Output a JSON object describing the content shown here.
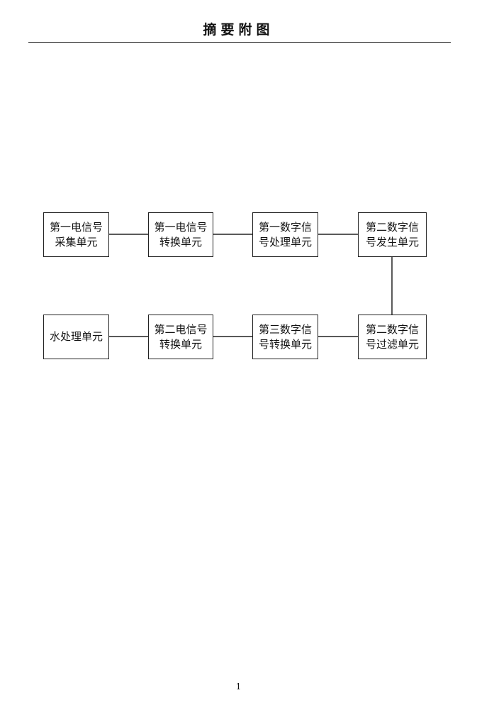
{
  "header": {
    "title": "摘要附图"
  },
  "diagram": {
    "row1": [
      {
        "line1": "第一电信号",
        "line2": "采集单元"
      },
      {
        "line1": "第一电信号",
        "line2": "转换单元"
      },
      {
        "line1": "第一数字信",
        "line2": "号处理单元"
      },
      {
        "line1": "第二数字信",
        "line2": "号发生单元"
      }
    ],
    "row2": [
      {
        "line1": "水处理单元",
        "line2": ""
      },
      {
        "line1": "第二电信号",
        "line2": "转换单元"
      },
      {
        "line1": "第三数字信",
        "line2": "号转换单元"
      },
      {
        "line1": "第二数字信",
        "line2": "号过滤单元"
      }
    ]
  },
  "footer": {
    "page_number": "1"
  }
}
